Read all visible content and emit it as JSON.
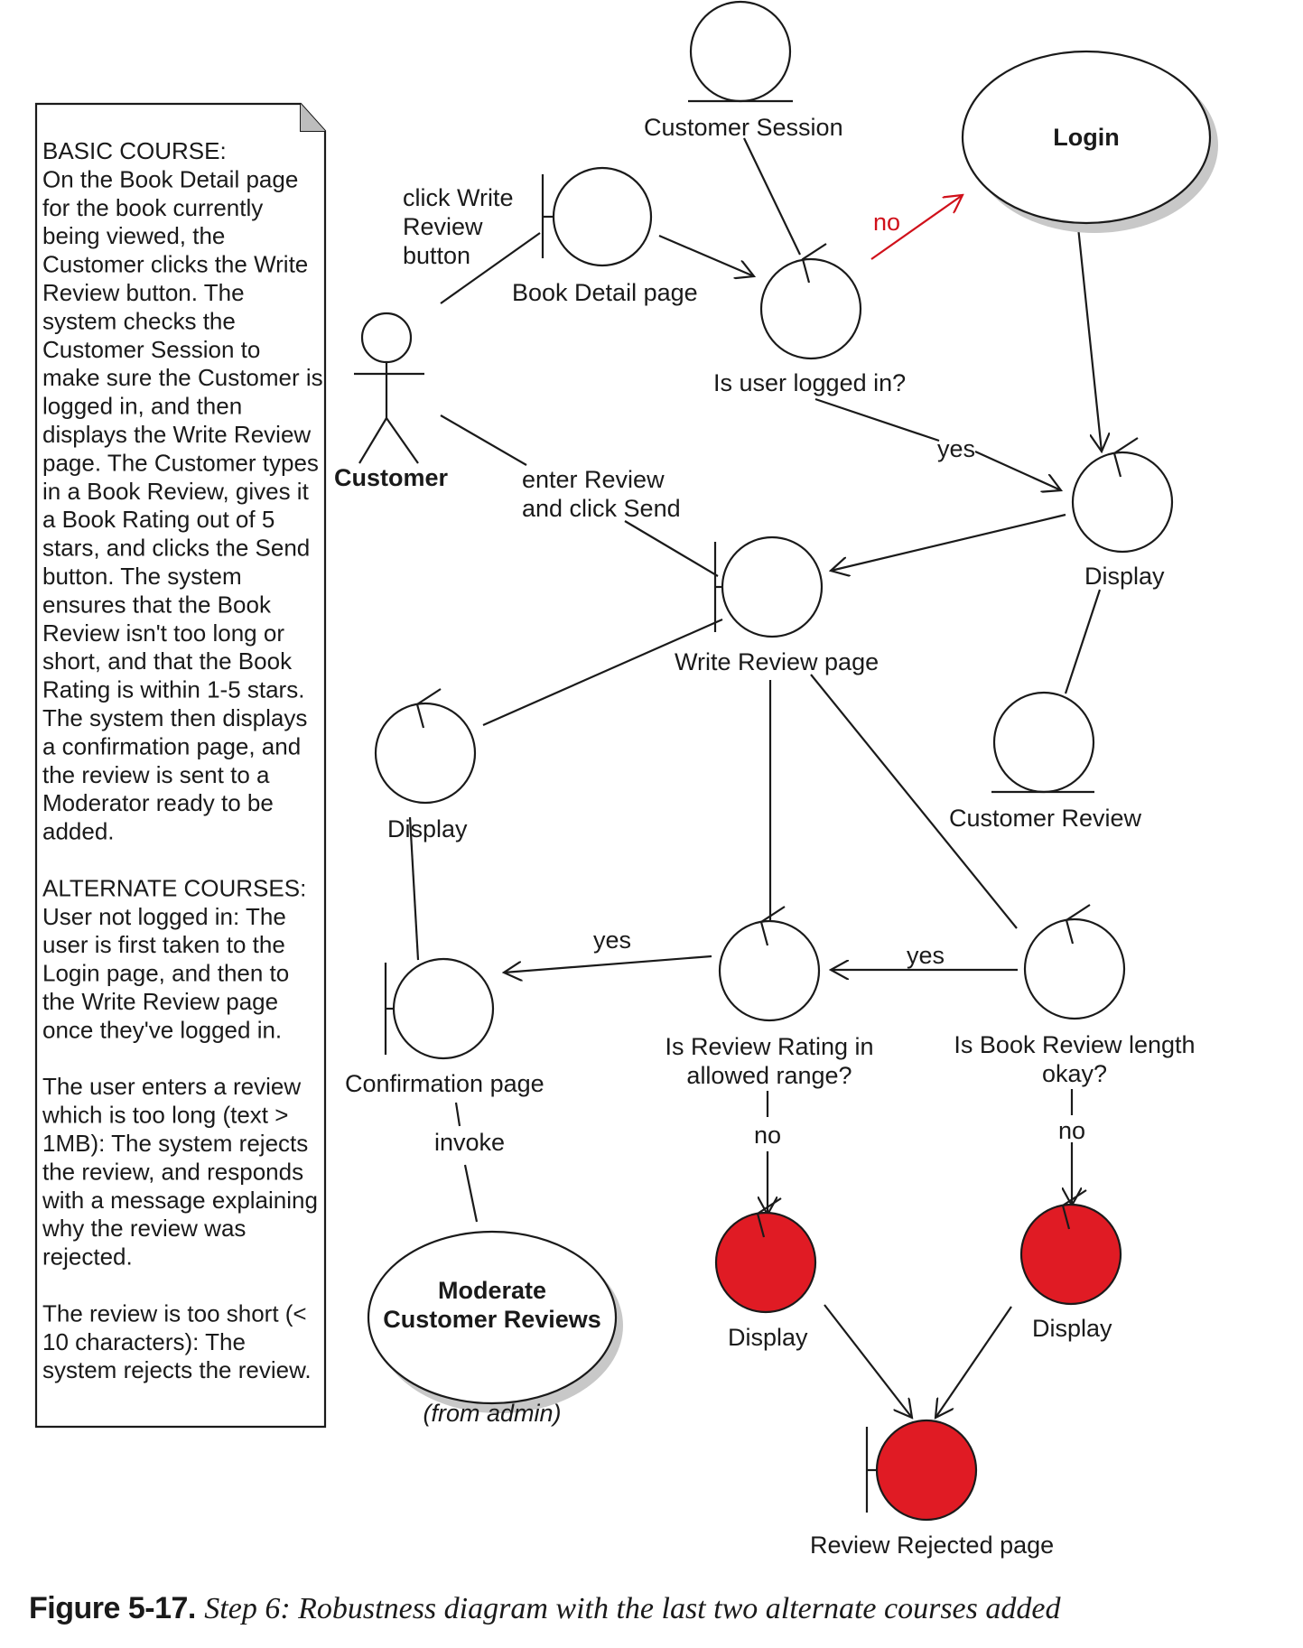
{
  "note": {
    "lines": [
      "BASIC COURSE:",
      "On the Book Detail page",
      "for the book currently",
      "being viewed, the",
      "Customer clicks the Write",
      "Review button. The",
      "system checks the",
      "Customer Session to",
      "make sure the Customer is",
      "logged in, and then",
      "displays the Write Review",
      "page. The Customer types",
      "in a Book Review, gives it",
      "a Book Rating out of 5",
      "stars, and clicks the Send",
      "button. The system",
      "ensures that the Book",
      "Review isn't too long or",
      "short, and that the Book",
      "Rating is within 1-5 stars.",
      "The system then displays",
      "a confirmation page, and",
      "the review is sent to a",
      "Moderator ready to be",
      "added.",
      "",
      "ALTERNATE COURSES:",
      "User not logged in: The",
      "user is first taken to the",
      "Login page, and then to",
      "the Write Review page",
      "once they've logged in.",
      "",
      "The user enters a review",
      "which is too long (text >",
      "1MB): The system rejects",
      "the review, and responds",
      "with a message explaining",
      "why the review was",
      "rejected.",
      "",
      "The review is too short (<",
      "10 characters): The",
      "system rejects the review."
    ]
  },
  "nodes": {
    "customer": "Customer",
    "customer_session": "Customer Session",
    "login": "Login",
    "book_detail_page": "Book Detail page",
    "is_user_logged_in": "Is user logged in?",
    "display_top": "Display",
    "customer_review": "Customer Review",
    "write_review_page": "Write Review page",
    "display_left": "Display",
    "confirmation_page": "Confirmation page",
    "is_review_rating_line1": "Is Review Rating in",
    "is_review_rating_line2": "allowed range?",
    "is_book_review_length_line1": "Is Book Review length",
    "is_book_review_length_line2": "okay?",
    "moderate_line1": "Moderate",
    "moderate_line2": "Customer Reviews",
    "from_admin": "(from admin)",
    "display_red_left": "Display",
    "display_red_right": "Display",
    "review_rejected_page": "Review Rejected page"
  },
  "edge_labels": {
    "click_write_line1": "click Write",
    "click_write_line2": "Review",
    "click_write_line3": "button",
    "enter_review_line1": "enter Review",
    "enter_review_line2": "and click Send",
    "no_login": "no",
    "yes_display": "yes",
    "yes_confirm": "yes",
    "yes_rating": "yes",
    "invoke": "invoke",
    "no_rating": "no",
    "no_length": "no"
  },
  "caption": {
    "number": "Figure 5-17.",
    "title": "Step 6: Robustness diagram with the last two alternate courses added"
  },
  "colors": {
    "alternate_course_red": "#e01b24",
    "no_arrow_red": "#d0101a",
    "line": "#1a1a1a",
    "shadow": "#c8c8c8"
  }
}
